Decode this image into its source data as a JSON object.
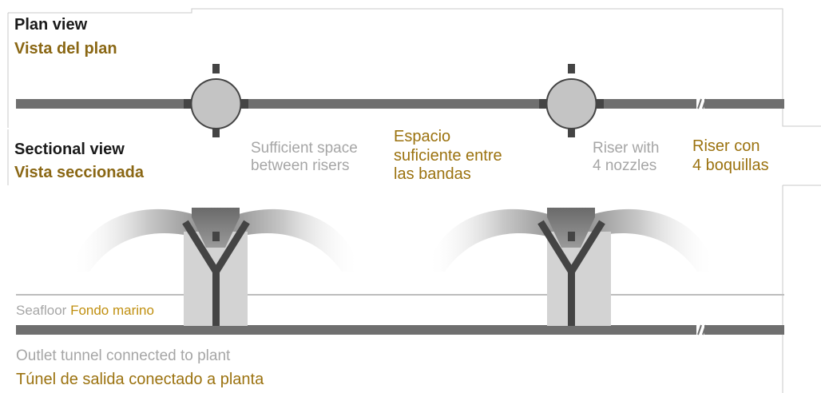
{
  "plan_view": {
    "title_en": "Plan view",
    "title_es": "Vista del plan"
  },
  "sectional_view": {
    "title_en": "Sectional view",
    "title_es": "Vista seccionada"
  },
  "spacing_label": {
    "en_line1": "Sufficient space",
    "en_line2": "between risers",
    "es_line1": "Espacio",
    "es_line2": "suficiente entre",
    "es_line3": "las bandas"
  },
  "riser_label": {
    "en_line1": "Riser with",
    "en_line2": "4 nozzles",
    "es_line1": "Riser con",
    "es_line2": "4 boquillas"
  },
  "seafloor_label": {
    "en": "Seafloor",
    "es": "Fondo marino"
  },
  "tunnel_label": {
    "en": "Outlet tunnel connected to plant",
    "es": "Túnel de salida conectado a planta"
  },
  "colors": {
    "pipe": "#6f6f6f",
    "riser_dark": "#444444",
    "riser_light": "#d3d3d3",
    "gold_text": "#9b720f",
    "gray_text": "#a6a6a6"
  }
}
